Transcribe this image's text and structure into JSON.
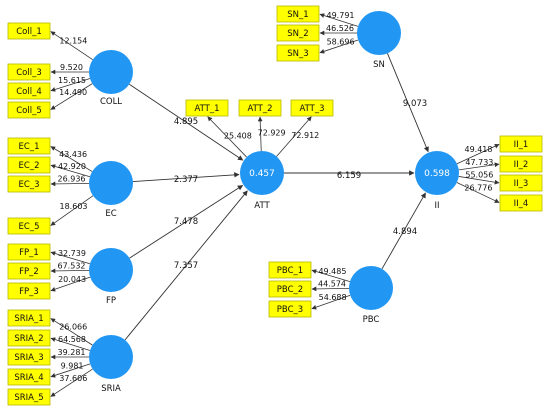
{
  "colors": {
    "indicator_fill": "#ffff00",
    "indicator_border": "#b8b800",
    "construct_fill": "#2196f3",
    "arrow": "#333333",
    "label_text": "#111111"
  },
  "constructs": [
    {
      "id": "COLL",
      "label": "COLL",
      "r2": ""
    },
    {
      "id": "EC",
      "label": "EC",
      "r2": ""
    },
    {
      "id": "FP",
      "label": "FP",
      "r2": ""
    },
    {
      "id": "SRIA",
      "label": "SRIA",
      "r2": ""
    },
    {
      "id": "ATT",
      "label": "ATT",
      "r2": "0.457"
    },
    {
      "id": "SN",
      "label": "SN",
      "r2": ""
    },
    {
      "id": "PBC",
      "label": "PBC",
      "r2": ""
    },
    {
      "id": "II",
      "label": "II",
      "r2": "0.598"
    }
  ],
  "indicators": [
    {
      "id": "Coll_1",
      "label": "Coll_1",
      "construct": "COLL",
      "loading": "12.154"
    },
    {
      "id": "Coll_3",
      "label": "Coll_3",
      "construct": "COLL",
      "loading": "9.520"
    },
    {
      "id": "Coll_4",
      "label": "Coll_4",
      "construct": "COLL",
      "loading": "15.615"
    },
    {
      "id": "Coll_5",
      "label": "Coll_5",
      "construct": "COLL",
      "loading": "14.490"
    },
    {
      "id": "EC_1",
      "label": "EC_1",
      "construct": "EC",
      "loading": "43.436"
    },
    {
      "id": "EC_2",
      "label": "EC_2",
      "construct": "EC",
      "loading": "42.920"
    },
    {
      "id": "EC_3",
      "label": "EC_3",
      "construct": "EC",
      "loading": "26.936"
    },
    {
      "id": "EC_5",
      "label": "EC_5",
      "construct": "EC",
      "loading": "18.603"
    },
    {
      "id": "FP_1",
      "label": "FP_1",
      "construct": "FP",
      "loading": "32.739"
    },
    {
      "id": "FP_2",
      "label": "FP_2",
      "construct": "FP",
      "loading": "67.532"
    },
    {
      "id": "FP_3",
      "label": "FP_3",
      "construct": "FP",
      "loading": "20.043"
    },
    {
      "id": "SRIA_1",
      "label": "SRIA_1",
      "construct": "SRIA",
      "loading": "26.066"
    },
    {
      "id": "SRIA_2",
      "label": "SRIA_2",
      "construct": "SRIA",
      "loading": "64.568"
    },
    {
      "id": "SRIA_3",
      "label": "SRIA_3",
      "construct": "SRIA",
      "loading": "39.281"
    },
    {
      "id": "SRIA_4",
      "label": "SRIA_4",
      "construct": "SRIA",
      "loading": "9.981"
    },
    {
      "id": "SRIA_5",
      "label": "SRIA_5",
      "construct": "SRIA",
      "loading": "37.606"
    },
    {
      "id": "ATT_1",
      "label": "ATT_1",
      "construct": "ATT",
      "loading": "25.408"
    },
    {
      "id": "ATT_2",
      "label": "ATT_2",
      "construct": "ATT",
      "loading": "72.929"
    },
    {
      "id": "ATT_3",
      "label": "ATT_3",
      "construct": "ATT",
      "loading": "72.912"
    },
    {
      "id": "SN_1",
      "label": "SN_1",
      "construct": "SN",
      "loading": "49.791"
    },
    {
      "id": "SN_2",
      "label": "SN_2",
      "construct": "SN",
      "loading": "46.526"
    },
    {
      "id": "SN_3",
      "label": "SN_3",
      "construct": "SN",
      "loading": "58.696"
    },
    {
      "id": "PBC_1",
      "label": "PBC_1",
      "construct": "PBC",
      "loading": "49.485"
    },
    {
      "id": "PBC_2",
      "label": "PBC_2",
      "construct": "PBC",
      "loading": "44.574"
    },
    {
      "id": "PBC_3",
      "label": "PBC_3",
      "construct": "PBC",
      "loading": "54.688"
    },
    {
      "id": "II_1",
      "label": "II_1",
      "construct": "II",
      "loading": "49.418"
    },
    {
      "id": "II_2",
      "label": "II_2",
      "construct": "II",
      "loading": "47.733"
    },
    {
      "id": "II_3",
      "label": "II_3",
      "construct": "II",
      "loading": "55.056"
    },
    {
      "id": "II_4",
      "label": "II_4",
      "construct": "II",
      "loading": "26.776"
    }
  ],
  "paths": [
    {
      "from": "COLL",
      "to": "ATT",
      "value": "4.895"
    },
    {
      "from": "EC",
      "to": "ATT",
      "value": "2.377"
    },
    {
      "from": "FP",
      "to": "ATT",
      "value": "7.478"
    },
    {
      "from": "SRIA",
      "to": "ATT",
      "value": "7.357"
    },
    {
      "from": "ATT",
      "to": "II",
      "value": "6.159"
    },
    {
      "from": "SN",
      "to": "II",
      "value": "9.073"
    },
    {
      "from": "PBC",
      "to": "II",
      "value": "4.894"
    }
  ]
}
